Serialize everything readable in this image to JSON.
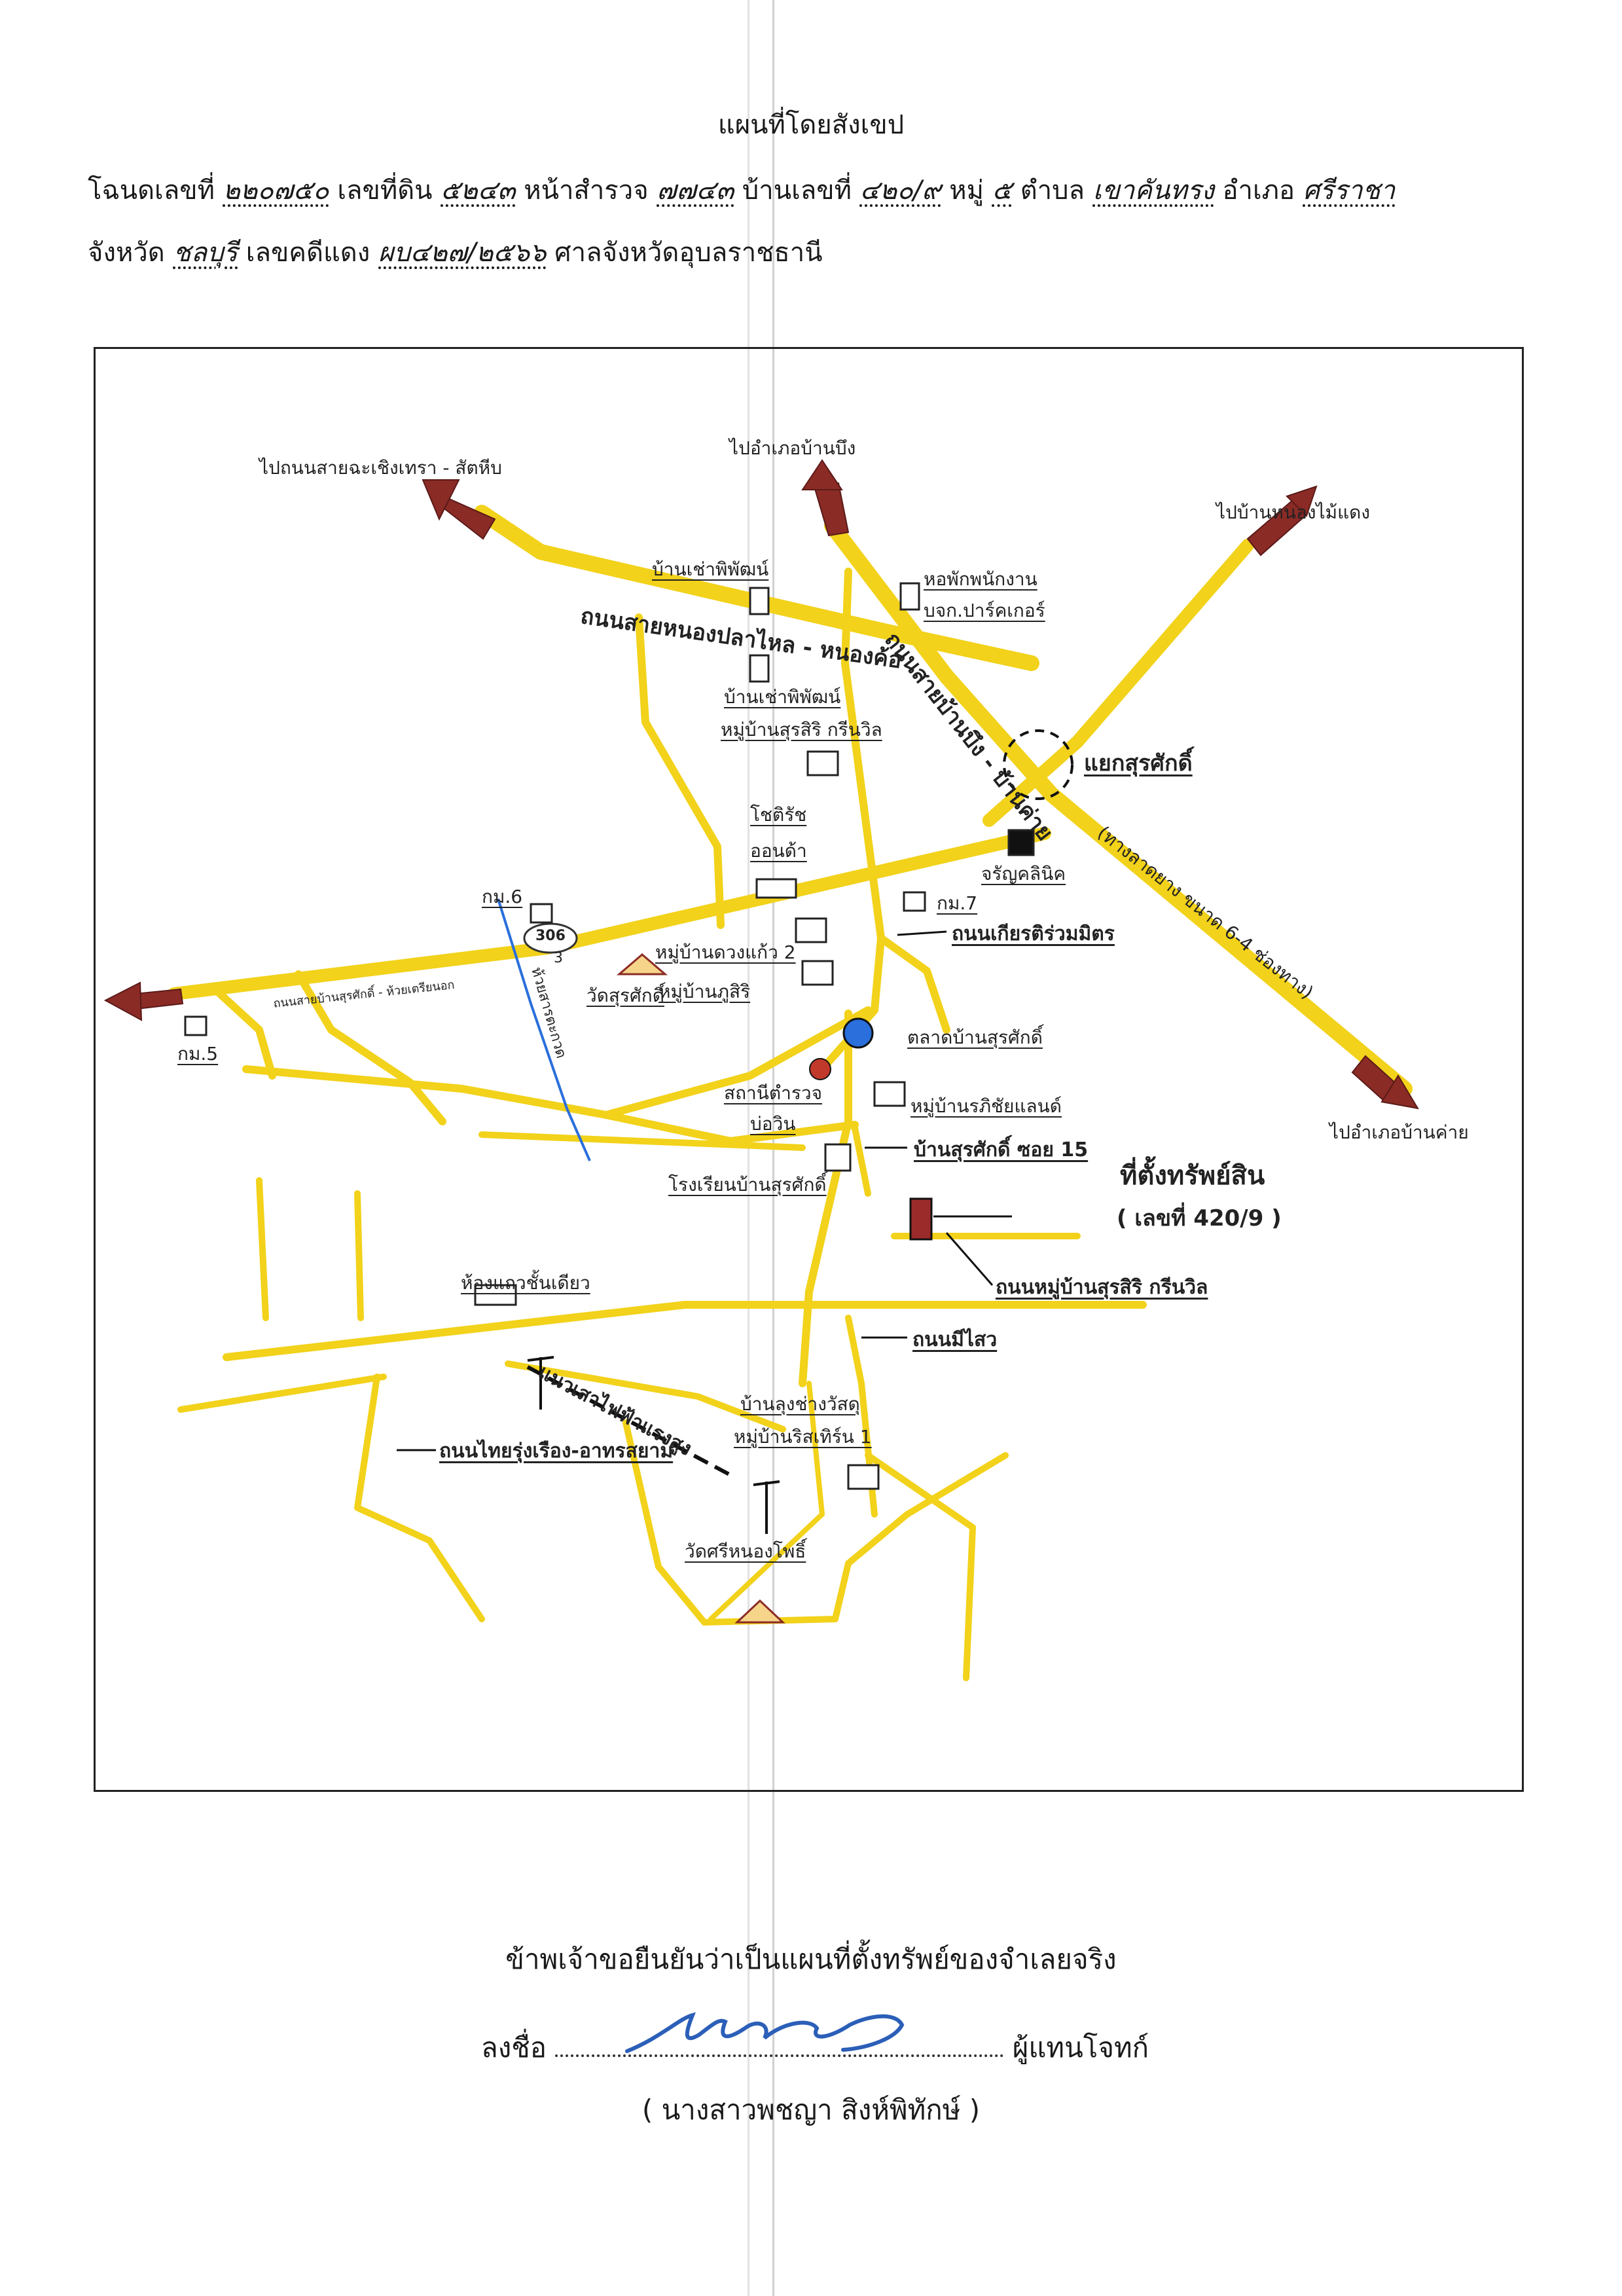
{
  "header": {
    "title": "แผนที่โดยสังเขป",
    "line1": {
      "deed_label": "โฉนดเลขที่",
      "deed_no": "๒๒๐๗๕๐",
      "land_label": "เลขที่ดิน",
      "land_no": "๕๒๔๓",
      "survey_label": "หน้าสำรวจ",
      "survey_no": "๗๗๔๓",
      "house_label": "บ้านเลขที่",
      "house_no": "๔๒๐/๙",
      "moo_label": "หมู่",
      "moo_no": "๕",
      "tambon_label": "ตำบล",
      "tambon": "เขาคันทรง",
      "amphoe_label": "อำเภอ",
      "amphoe": "ศรีราชา"
    },
    "line2": {
      "province_label": "จังหวัด",
      "province": "ชลบุรี",
      "case_label": "เลขคดีแดง",
      "case_no": "ผบ๔๒๗/๒๕๖๖",
      "court": "ศาลจังหวัดอุบลราชธานี"
    }
  },
  "map": {
    "labels": {
      "to_chachoengsao": "ไปถนนสายฉะเชิงเทรา - สัตหีบ",
      "to_ban_bueng": "ไปอำเภอบ้านบึง",
      "to_nong_mai_daeng": "ไปบ้านหนองไม้แดง",
      "to_ban_khai": "ไปอำเภอบ้านค่าย",
      "ban_chao_phiphat_1": "บ้านเช่าพิพัฒน์",
      "dorm": "หอพักพนักงาน",
      "dorm2": "บจก.ปาร์คเกอร์",
      "road_nong_pla_lai": "ถนนสายหนองปลาไหล - หนองค้อ",
      "road_ban_bueng_ban_khai": "ถนนสายบ้านบึง - บ้านค่าย",
      "ban_chao_phiphat_2": "บ้านเช่าพิพัฒน์",
      "mooban_surasit": "หมู่บ้านสุรสิริ กรีนวิล",
      "suksak_junction": "แยกสุรศักดิ์",
      "chotirat": "โชติรัช",
      "onda": "ออนด้า",
      "clinic": "จรัญคลินิค",
      "road_width": "(ทางลาดยาง ขนาด 6-4 ช่องทาง)",
      "km6": "กม.6",
      "hwy_306": "306",
      "hwy_3": "3",
      "km7": "กม.7",
      "road_kiat": "ถนนเกียรติร่วมมิตร",
      "mooban_duangkaew": "หมู่บ้านดวงแก้ว 2",
      "road_suksak_huai": "ถนนสายบ้านสุรศักดิ์ - ห้วยเตรียนอก",
      "wat_suksak": "วัดสุรศักดิ์",
      "mooban_phusiri": "หมู่บ้านภูสิริ",
      "km5": "กม.5",
      "huai_canal": "ห้วยสารตะกวด",
      "market": "ตลาดบ้านสุรศักดิ์",
      "police": "สถานีตำรวจ",
      "police2": "บ่อวิน",
      "mooban_rachaya": "หมู่บ้านรภิชัยแลนด์",
      "soi15": "บ้านสุรศักดิ์ ซอย 15",
      "school": "โรงเรียนบ้านสุรศักดิ์",
      "property": "ที่ตั้งทรัพย์สิน",
      "property_no": "( เลขที่ 420/9 )",
      "room": "ห้องแถวชั้นเดียว",
      "road_mooban_surasit": "ถนนหมู่บ้านสุรสิริ กรีนวิล",
      "road_misai": "ถนนมีไสว",
      "powerline": "แนวเสาไฟฟ้าแรงสูง",
      "ban_lung_chuang": "บ้านลุงช่างวัสดุ",
      "mooban_ritsit": "หมู่บ้านริสเทิร์น 1",
      "road_thai_rung": "ถนนไทยรุ่งเรือง-อาทรสยาม",
      "wat_sri_nongpho": "วัดศรีหนองโพธิ์"
    }
  },
  "footer": {
    "declaration": "ข้าพเจ้าขอยืนยันว่าเป็นแผนที่ตั้งทรัพย์ของจำเลยจริง",
    "sign_label": "ลงชื่อ",
    "role": "ผู้แทนโจทก์",
    "name": "( นางสาวพชญา สิงห์พิทักษ์ )"
  },
  "colors": {
    "road": "#f2d21a",
    "arrow": "#8b2b26",
    "property_marker": "#9b2a2a",
    "canal": "#2a6fdb",
    "signature": "#2b5fb8"
  }
}
